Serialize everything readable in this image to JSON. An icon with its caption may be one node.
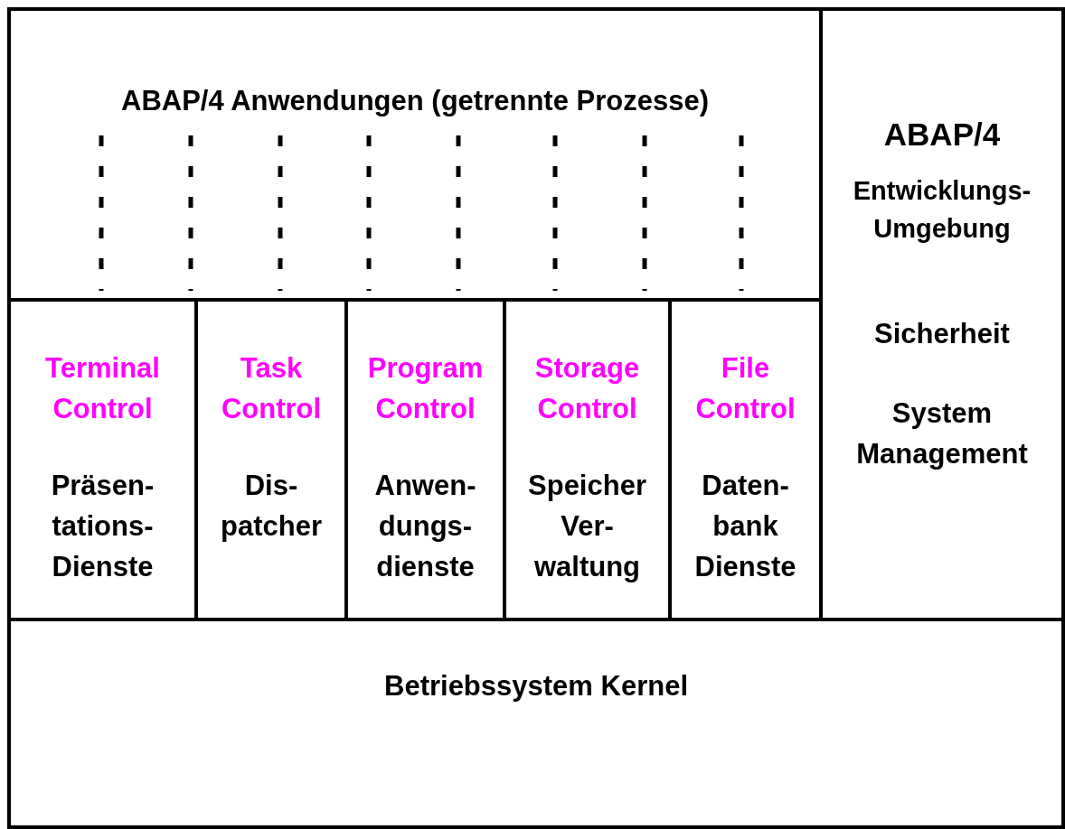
{
  "diagram": {
    "nodes": [
      {
        "text": [
          "ABAP/4 Anwendungen (getrennte Prozesse)"
        ]
      },
      {
        "text": [
          "ABAP/4",
          "Entwicklungs- Umgebung",
          "Sicherheit",
          "System Management"
        ]
      },
      {
        "text": [
          "Terminal Control",
          "Präsen- tations- Dienste"
        ]
      },
      {
        "text": [
          "Task Control",
          "Dis- patcher"
        ]
      },
      {
        "text": [
          "Program Control",
          "Anwen- dungs- dienste"
        ]
      },
      {
        "text": [
          "Storage Control",
          "Speicher Ver- waltung"
        ]
      },
      {
        "text": [
          "File Control",
          "Daten- bank Dienste"
        ]
      },
      {
        "text": [
          "Betriebssystem Kernel"
        ]
      }
    ]
  }
}
